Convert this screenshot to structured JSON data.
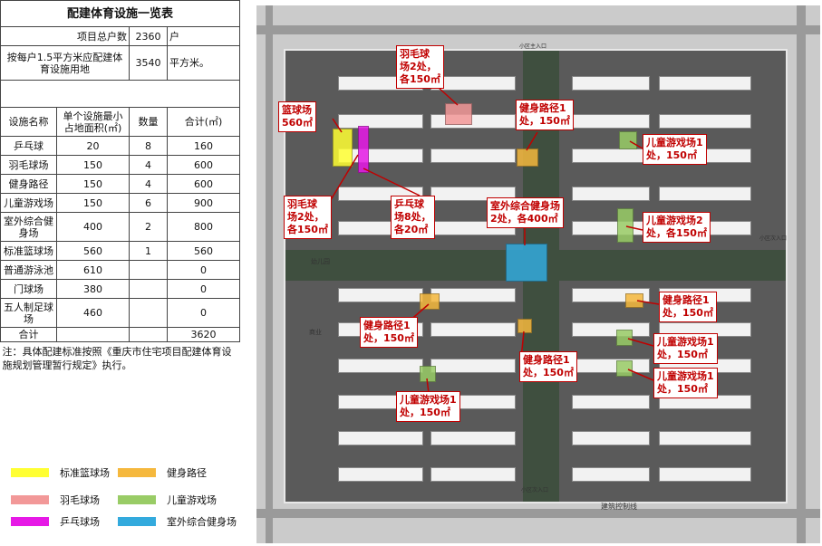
{
  "summary": {
    "title": "配建体育设施一览表",
    "households_label": "项目总户数",
    "households_value": "2360",
    "households_unit": "户",
    "area_label": "按每户1.5平方米应配建体育设施用地",
    "area_value": "3540",
    "area_unit": "平方米。",
    "col_name": "设施名称",
    "col_min_area": "单个设施最小占地面积(㎡)",
    "col_count": "数量",
    "col_total": "合计(㎡)",
    "rows": [
      {
        "name": "乒乓球",
        "min_area": "20",
        "count": "8",
        "total": "160"
      },
      {
        "name": "羽毛球场",
        "min_area": "150",
        "count": "4",
        "total": "600"
      },
      {
        "name": "健身路径",
        "min_area": "150",
        "count": "4",
        "total": "600"
      },
      {
        "name": "儿童游戏场",
        "min_area": "150",
        "count": "6",
        "total": "900"
      },
      {
        "name": "室外综合健身场",
        "min_area": "400",
        "count": "2",
        "total": "800"
      },
      {
        "name": "标准篮球场",
        "min_area": "560",
        "count": "1",
        "total": "560"
      },
      {
        "name": "普通游泳池",
        "min_area": "610",
        "count": "",
        "total": "0"
      },
      {
        "name": "门球场",
        "min_area": "380",
        "count": "",
        "total": "0"
      },
      {
        "name": "五人制足球场",
        "min_area": "460",
        "count": "",
        "total": "0"
      }
    ],
    "sum_label": "合计",
    "sum_value": "3620",
    "note": "注：具体配建标准按照《重庆市住宅项目配建体育设施规划管理暂行规定》执行。"
  },
  "legend": [
    {
      "label": "标准篮球场",
      "color": "#ffff33"
    },
    {
      "label": "羽毛球场",
      "color": "#f29898"
    },
    {
      "label": "乒乓球场",
      "color": "#e619e6"
    },
    {
      "label": "健身路径",
      "color": "#f5b83d"
    },
    {
      "label": "儿童游戏场",
      "color": "#99cc66"
    },
    {
      "label": "室外综合健身场",
      "color": "#33aadd"
    }
  ],
  "callouts": [
    {
      "id": "badminton-top",
      "text": "羽毛球\n场2处，\n各150㎡"
    },
    {
      "id": "basketball",
      "text": "篮球场\n560㎡"
    },
    {
      "id": "fitness-1",
      "text": "健身路径1\n处，150㎡"
    },
    {
      "id": "playground-1",
      "text": "儿童游戏场1\n处，150㎡"
    },
    {
      "id": "badminton-left",
      "text": "羽毛球\n场2处，\n各150㎡"
    },
    {
      "id": "pingpong",
      "text": "乒乓球\n场8处，\n各20㎡"
    },
    {
      "id": "outdoor-gym",
      "text": "室外综合健身场\n2处，各400㎡"
    },
    {
      "id": "playground-2",
      "text": "儿童游戏场2\n处，各150㎡"
    },
    {
      "id": "fitness-2",
      "text": "健身路径1\n处，150㎡"
    },
    {
      "id": "fitness-3",
      "text": "健身路径1\n处，150㎡"
    },
    {
      "id": "playground-3",
      "text": "儿童游戏场1\n处，150㎡"
    },
    {
      "id": "fitness-4",
      "text": "健身路径1\n处，150㎡"
    },
    {
      "id": "playground-4",
      "text": "儿童游戏场1\n处，150㎡"
    },
    {
      "id": "playground-5",
      "text": "儿童游戏场1\n处，150㎡"
    }
  ],
  "map_labels": {
    "entrance_top": "小区主入口",
    "entrance_right": "小区次入口",
    "entrance_bottom": "小区次入口",
    "control_line": "建筑控制线",
    "kindergarten": "幼儿园",
    "commercial": "商业"
  }
}
